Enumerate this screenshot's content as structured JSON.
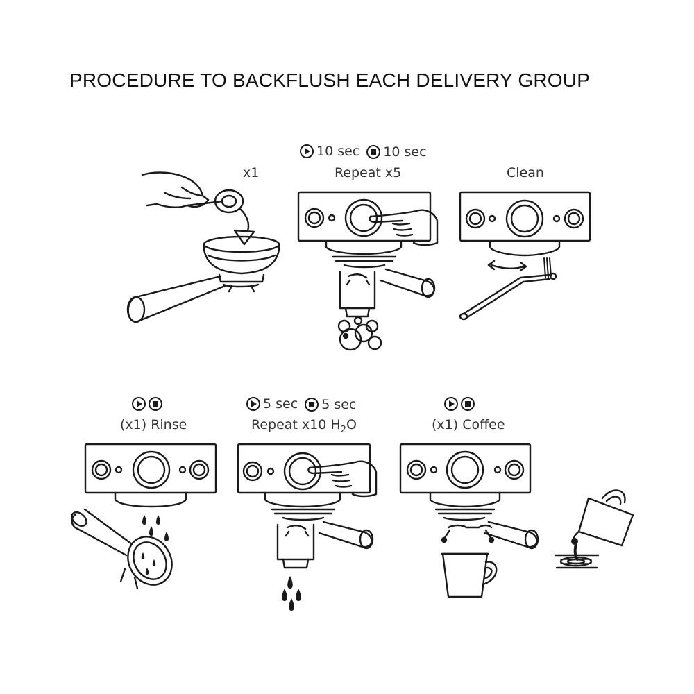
{
  "title": "PROCEDURE TO BACKFLUSH EACH DELIVERY GROUP",
  "steps": [
    {
      "top": "",
      "label": "x1"
    },
    {
      "play_time": "10 sec",
      "stop_time": "10 sec",
      "label": "Repeat x5"
    },
    {
      "label": "Clean"
    },
    {
      "label": "(x1) Rinse"
    },
    {
      "play_time": "5 sec",
      "stop_time": "5 sec",
      "label_prefix": "Repeat x10 H",
      "label_sub": "2",
      "label_suffix": "O"
    },
    {
      "label": "(x1) Coffee"
    }
  ],
  "icons": [
    "play-icon",
    "stop-icon",
    "hand-icon",
    "portafilter-icon",
    "coffee-group-icon",
    "brush-icon",
    "cup-icon",
    "drain-icon"
  ],
  "colors": {
    "ink": "#1a1a1a",
    "background": "#ffffff"
  }
}
